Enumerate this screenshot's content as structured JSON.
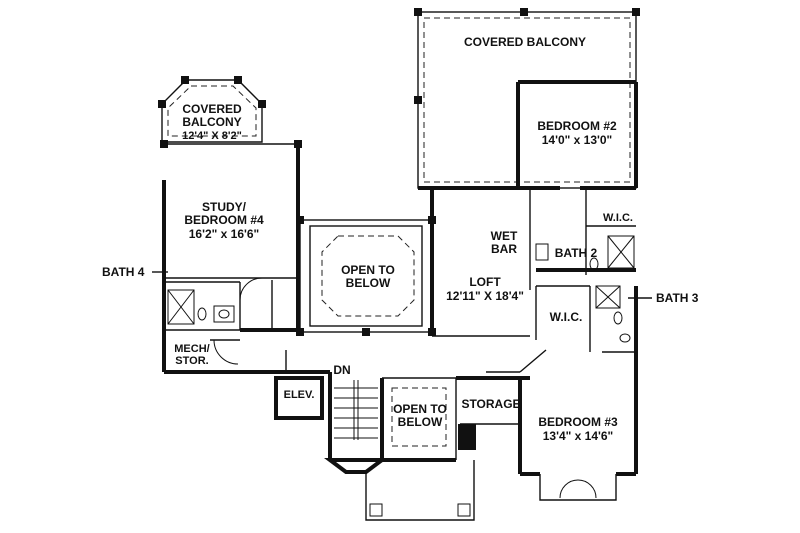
{
  "rooms": {
    "covered_balcony_top": {
      "name": "COVERED BALCONY"
    },
    "covered_balcony_small": {
      "name_line1": "COVERED",
      "name_line2": "BALCONY",
      "dims": "12'4\" X 8'2\""
    },
    "bedroom2": {
      "name": "BEDROOM #2",
      "dims": "14'0\" x 13'0\""
    },
    "study": {
      "name_line1": "STUDY/",
      "name_line2": "BEDROOM #4",
      "dims": "16'2\" x 16'6\""
    },
    "open_below_1": {
      "line1": "OPEN TO",
      "line2": "BELOW"
    },
    "wet_bar": {
      "line1": "WET",
      "line2": "BAR"
    },
    "wic_top": {
      "name": "W.I.C."
    },
    "bath2": {
      "name": "BATH 2"
    },
    "loft": {
      "name": "LOFT",
      "dims": "12'11\" X 18'4\""
    },
    "bath4": {
      "name": "BATH 4"
    },
    "wic_mid": {
      "name": "W.I.C."
    },
    "bath3": {
      "name": "BATH 3"
    },
    "mech": {
      "line1": "MECH/",
      "line2": "STOR."
    },
    "dn": {
      "name": "DN"
    },
    "elev": {
      "name": "ELEV."
    },
    "open_below_2": {
      "line1": "OPEN TO",
      "line2": "BELOW"
    },
    "storage": {
      "name": "STORAGE"
    },
    "bedroom3": {
      "name": "BEDROOM #3",
      "dims": "13'4\" x 14'6\""
    }
  }
}
